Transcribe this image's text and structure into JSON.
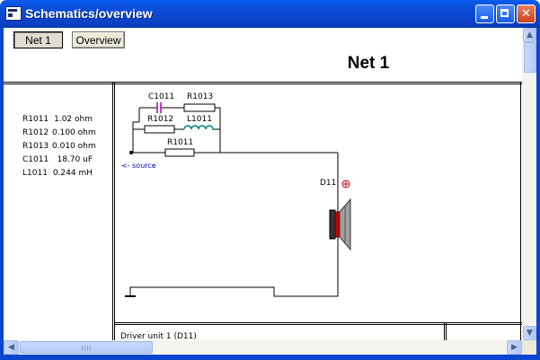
{
  "window": {
    "title": "Schematics/overview",
    "minimize_label": "_",
    "maximize_label": "□",
    "close_label": "✕"
  },
  "toolbar": {
    "net1_label": "Net 1",
    "overview_label": "Overview"
  },
  "heading": "Net 1",
  "components": [
    {
      "name": "R1011",
      "value": "1.02 ohm"
    },
    {
      "name": "R1012",
      "value": "0.100 ohm"
    },
    {
      "name": "R1013",
      "value": "0.010 ohm"
    },
    {
      "name": "C1011",
      "value": "18.70 uF"
    },
    {
      "name": "L1011",
      "value": "0.244 mH"
    }
  ],
  "schematic": {
    "labels": {
      "c1011": "C1011",
      "r1013": "R1013",
      "r1012": "R1012",
      "l1011": "L1011",
      "r1011": "R1011",
      "source": "<- source",
      "d11": "D11"
    },
    "wire_color": "#000000",
    "resistor_fill": "#ffffff",
    "capacitor_color": "#b000b0",
    "inductor_color": "#008080",
    "source_label_color": "#0000c0",
    "polarity_color": "#c00000"
  },
  "driver_panel": {
    "label": "Driver unit 1 (D11)"
  },
  "icons": {
    "app": "app-window-icon",
    "vscroll_up": "▲",
    "vscroll_down": "▼",
    "hscroll_left": "◀",
    "hscroll_right": "▶"
  }
}
